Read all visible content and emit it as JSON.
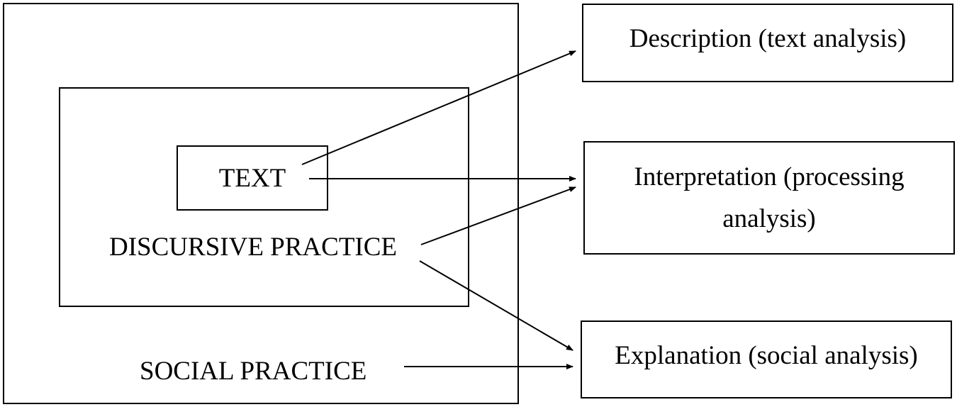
{
  "diagram": {
    "outer_label": "SOCIAL PRACTICE",
    "middle_label": "DISCURSIVE PRACTICE",
    "inner_label": "TEXT",
    "analysis": {
      "description": "Description (text analysis)",
      "interpretation": "Interpretation (processing\nanalysis)",
      "explanation": "Explanation (social analysis)"
    }
  },
  "colors": {
    "line": "#000000",
    "background": "#ffffff"
  }
}
